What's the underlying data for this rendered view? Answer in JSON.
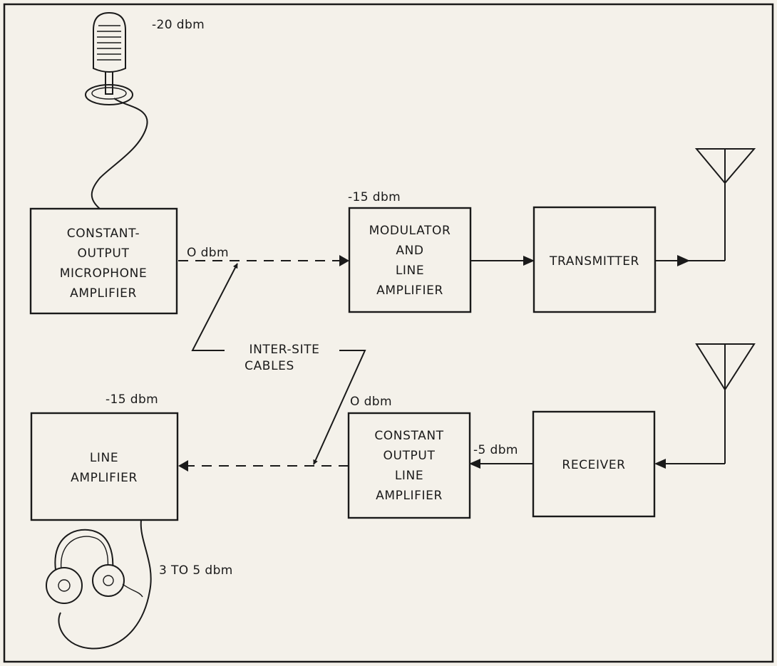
{
  "blocks": {
    "mic_amp": [
      "CONSTANT-",
      "OUTPUT",
      "MICROPHONE",
      "AMPLIFIER"
    ],
    "modulator": [
      "MODULATOR",
      "AND",
      "LINE",
      "AMPLIFIER"
    ],
    "transmitter": [
      "TRANSMITTER"
    ],
    "line_amp": [
      "LINE",
      "AMPLIFIER"
    ],
    "const_line_amp": [
      "CONSTANT",
      "OUTPUT",
      "LINE",
      "AMPLIFIER"
    ],
    "receiver": [
      "RECEIVER"
    ]
  },
  "levels": {
    "microphone": "-20 dbm",
    "mic_amp_out": "O dbm",
    "modulator_in": "-15 dbm",
    "line_amp_in": "-15 dbm",
    "const_line_out": "O dbm",
    "receiver_out": "-5 dbm",
    "headphones": "3 TO 5 dbm"
  },
  "cables_label": [
    "INTER-SITE",
    "CABLES"
  ],
  "icons": [
    "microphone-icon",
    "headphones-icon",
    "antenna-icon"
  ]
}
